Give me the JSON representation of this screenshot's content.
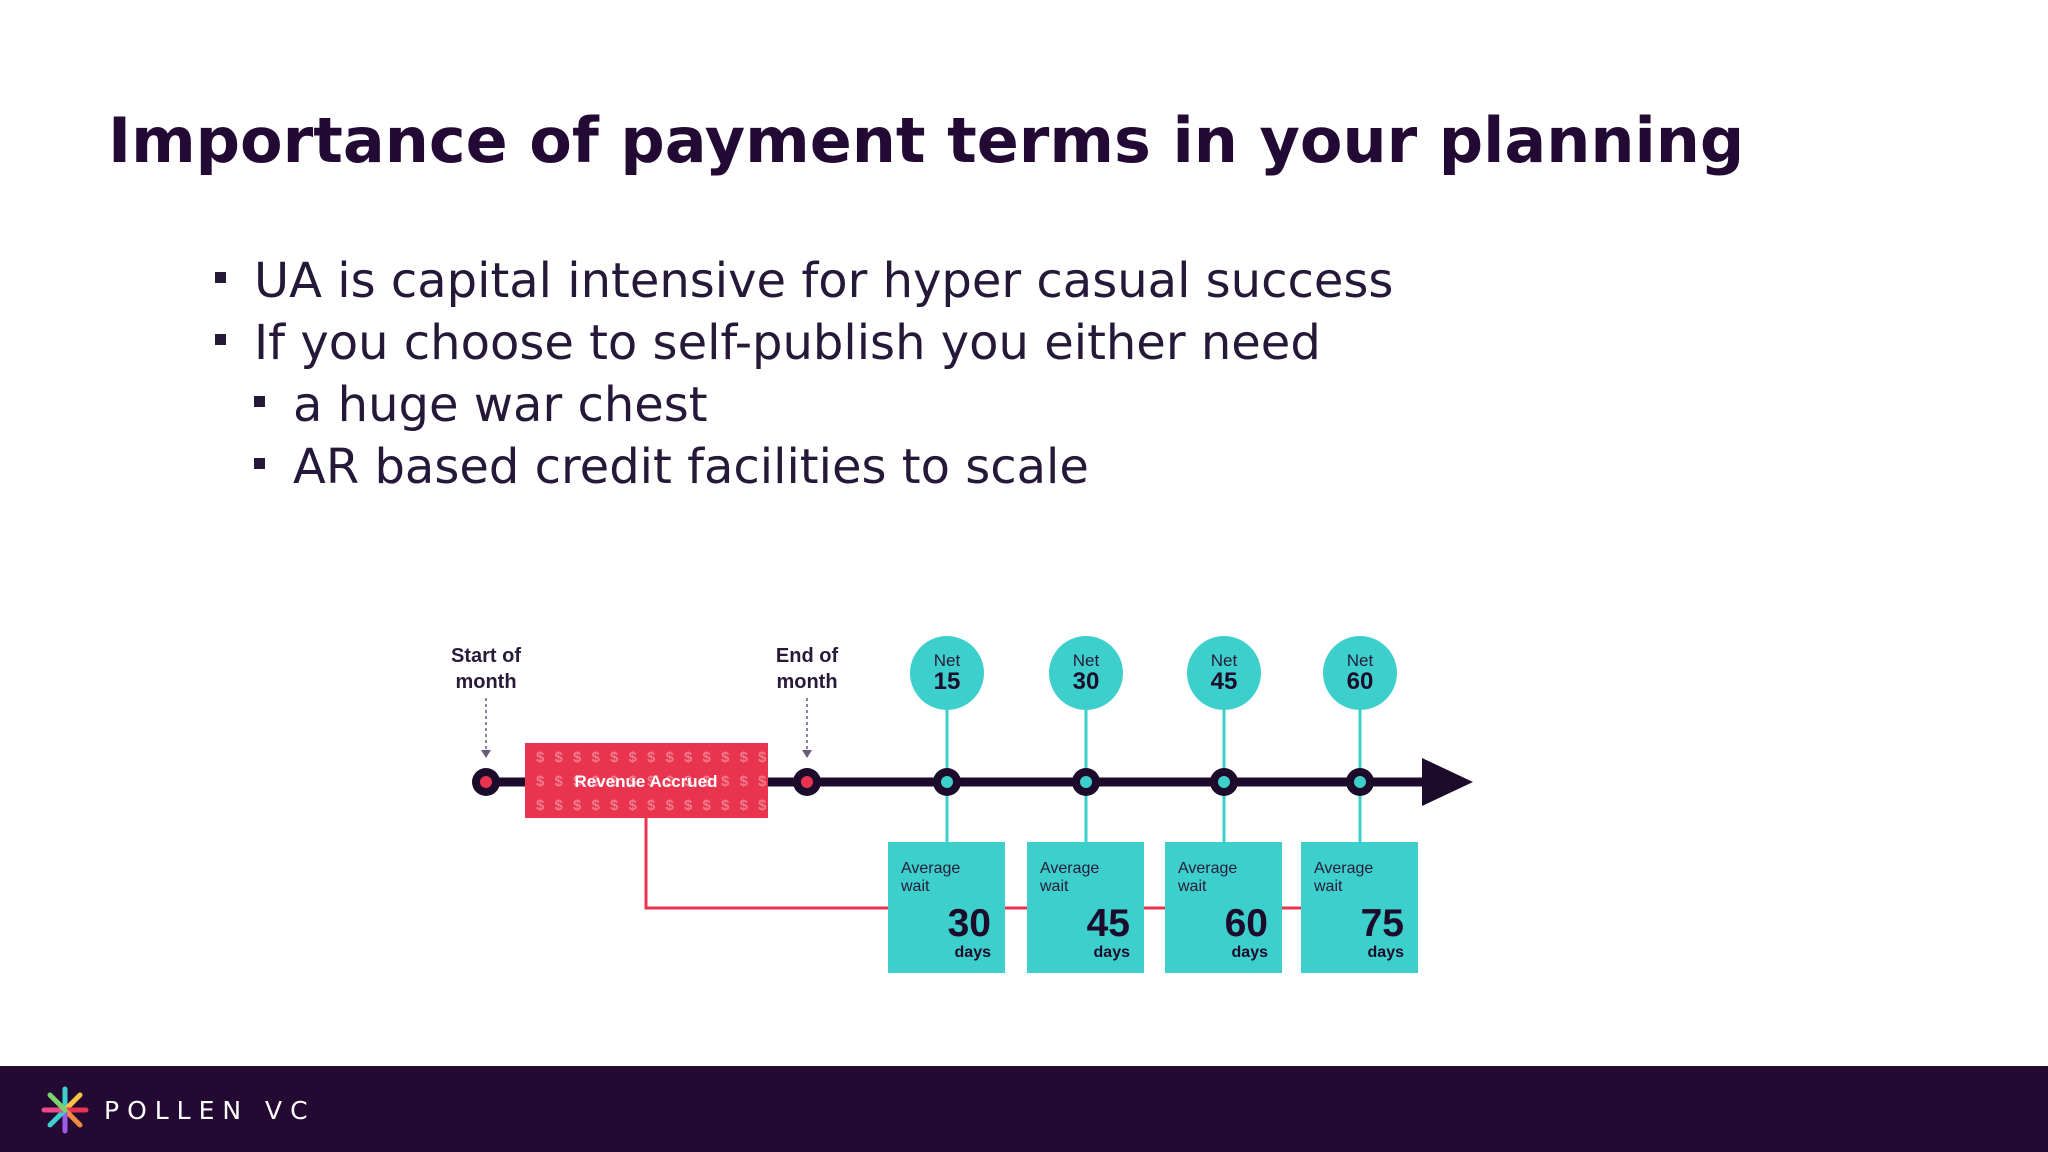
{
  "slide": {
    "title": "Importance of payment terms in your planning",
    "bullets": [
      {
        "text": "UA is capital intensive for hyper casual success",
        "level": 1
      },
      {
        "text": "If you choose to self-publish you either need",
        "level": 1
      },
      {
        "text": "a huge war chest",
        "level": 2
      },
      {
        "text": "AR based credit facilities to scale",
        "level": 2
      }
    ]
  },
  "diagram": {
    "start_label": [
      "Start of",
      "month"
    ],
    "end_label": [
      "End of",
      "month"
    ],
    "revenue_label": "Revenue Accrued",
    "revenue_symbol": "$",
    "terms": [
      {
        "net_label": "Net",
        "net_value": "15",
        "wait_label": [
          "Average",
          "wait"
        ],
        "wait_value": "30",
        "wait_unit": "days"
      },
      {
        "net_label": "Net",
        "net_value": "30",
        "wait_label": [
          "Average",
          "wait"
        ],
        "wait_value": "45",
        "wait_unit": "days"
      },
      {
        "net_label": "Net",
        "net_value": "45",
        "wait_label": [
          "Average",
          "wait"
        ],
        "wait_value": "60",
        "wait_unit": "days"
      },
      {
        "net_label": "Net",
        "net_value": "60",
        "wait_label": [
          "Average",
          "wait"
        ],
        "wait_value": "75",
        "wait_unit": "days"
      }
    ],
    "colors": {
      "teal": "#3ccfcb",
      "red": "#e8344e",
      "dark": "#1c0b2b",
      "label": "#2a1a3a"
    }
  },
  "footer": {
    "brand": "POLLEN VC",
    "background": "#240933"
  }
}
